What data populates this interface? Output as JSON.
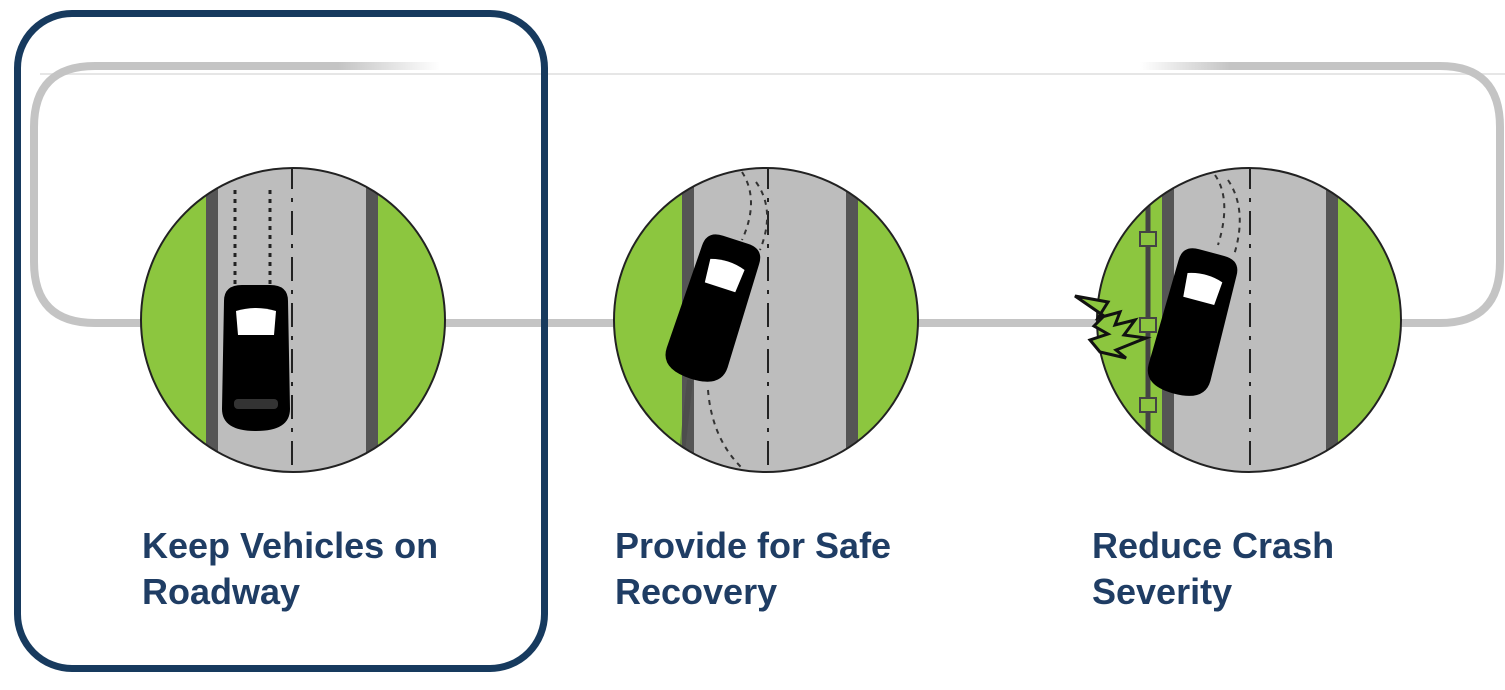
{
  "steps": [
    {
      "id": "keep-vehicles-on-roadway",
      "line1": "Keep Vehicles on",
      "line2": "Roadway",
      "highlighted": true
    },
    {
      "id": "provide-for-safe-recovery",
      "line1": "Provide for Safe",
      "line2": "Recovery",
      "highlighted": false
    },
    {
      "id": "reduce-crash-severity",
      "line1": "Reduce Crash",
      "line2": "Severity",
      "highlighted": false
    }
  ],
  "colors": {
    "label_text": "#1f3d64",
    "highlight_border": "#173a5e",
    "grass": "#8cc63f",
    "road": "#bdbdbd",
    "connector": "#c4c4c4",
    "car": "#000000"
  },
  "icons": [
    "car-on-road-icon",
    "car-recovering-icon",
    "car-hitting-barrier-icon"
  ]
}
